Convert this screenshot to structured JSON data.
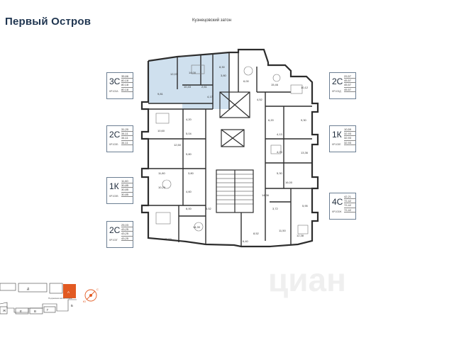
{
  "title": "Первый Остров",
  "street": "Кузнецовский затон",
  "watermark": "циан",
  "badges": [
    {
      "code": "3С",
      "sub": "КР103А",
      "areas": [
        "35,66",
        "80,18",
        "80,18",
        "80,18"
      ]
    },
    {
      "code": "2С",
      "sub": "КР103Б",
      "areas": [
        "31,20",
        "34,11",
        "34,11",
        "34,11"
      ]
    },
    {
      "code": "1К",
      "sub": "КР103В",
      "areas": [
        "11,60",
        "30,85",
        "30,85",
        "30,85"
      ]
    },
    {
      "code": "2С",
      "sub": "КР103Г",
      "areas": [
        "25,03",
        "43,25",
        "43,25",
        "43,25"
      ]
    },
    {
      "code": "2С",
      "sub": "КР103Д",
      "areas": [
        "29,57",
        "45,57",
        "45,57",
        "45,57"
      ]
    },
    {
      "code": "1К",
      "sub": "КР103Е",
      "areas": [
        "10,59",
        "32,93",
        "32,93",
        "32,93"
      ]
    },
    {
      "code": "4С",
      "sub": "КР103Ж",
      "areas": [
        "42,21",
        "72,42",
        "72,42",
        "72,42"
      ]
    }
  ],
  "rooms": [
    {
      "name": "room-1",
      "label": "12,03"
    },
    {
      "name": "room-2",
      "label": "14,00"
    },
    {
      "name": "room-3",
      "label": "8,30"
    },
    {
      "name": "room-4",
      "label": "3,80"
    },
    {
      "name": "room-5",
      "label": "9,81"
    },
    {
      "name": "room-6",
      "label": "10,43"
    },
    {
      "name": "room-7",
      "label": "2,61"
    },
    {
      "name": "room-8",
      "label": "4,17"
    },
    {
      "name": "room-9",
      "label": "6,00"
    },
    {
      "name": "room-10",
      "label": "15,46"
    },
    {
      "name": "room-11",
      "label": "10,12"
    },
    {
      "name": "room-12",
      "label": "4,52"
    },
    {
      "name": "room-13",
      "label": "10,60"
    },
    {
      "name": "room-14",
      "label": "4,20"
    },
    {
      "name": "room-15",
      "label": "5,04"
    },
    {
      "name": "room-16",
      "label": "12,50"
    },
    {
      "name": "room-17",
      "label": "5,80"
    },
    {
      "name": "room-18",
      "label": "6,20"
    },
    {
      "name": "room-19",
      "label": "9,30"
    },
    {
      "name": "room-20",
      "label": "4,13"
    },
    {
      "name": "room-21",
      "label": "4,25"
    },
    {
      "name": "room-22",
      "label": "13,36"
    },
    {
      "name": "room-23",
      "label": "11,80"
    },
    {
      "name": "room-24",
      "label": "3,80"
    },
    {
      "name": "room-25",
      "label": "5,30"
    },
    {
      "name": "room-26",
      "label": "16,00"
    },
    {
      "name": "room-27",
      "label": "10,20"
    },
    {
      "name": "room-28",
      "label": "4,60"
    },
    {
      "name": "room-29",
      "label": "14,36"
    },
    {
      "name": "room-30",
      "label": "6,00"
    },
    {
      "name": "room-31",
      "label": "5,52"
    },
    {
      "name": "room-32",
      "label": "3,72"
    },
    {
      "name": "room-33",
      "label": "5,95"
    },
    {
      "name": "room-34",
      "label": "14,30"
    },
    {
      "name": "room-35",
      "label": "8,52"
    },
    {
      "name": "room-36",
      "label": "11,50"
    },
    {
      "name": "room-37",
      "label": "12,38"
    },
    {
      "name": "room-38",
      "label": "11,03"
    },
    {
      "name": "room-39",
      "label": "6,40"
    }
  ],
  "site": {
    "blocks": [
      "Д",
      "Б",
      "Е",
      "В",
      "Г",
      "Ж",
      "А"
    ],
    "note": "Подземная автостоянка",
    "compass": [
      "Ю",
      "С"
    ],
    "colors": {
      "highlight": "#e25a22",
      "apartment": "#cfe0ee",
      "wall": "#2d2d2d"
    }
  }
}
